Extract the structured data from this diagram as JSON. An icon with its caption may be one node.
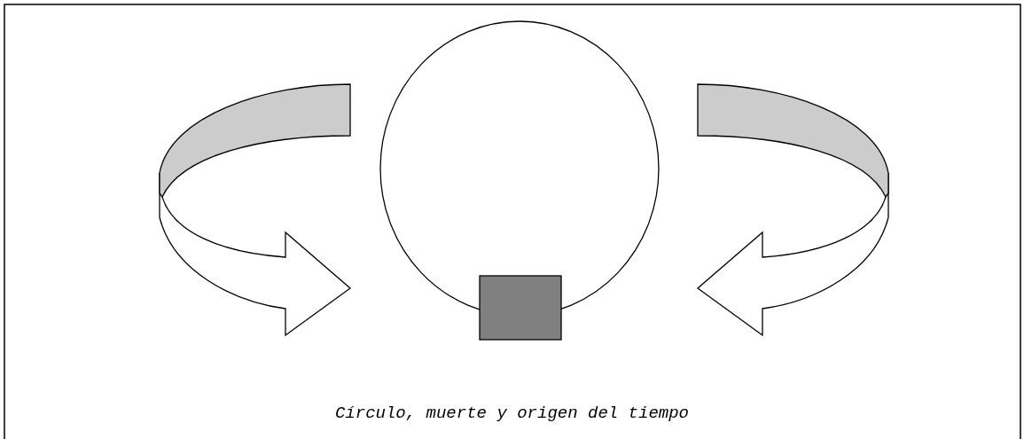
{
  "diagram": {
    "caption": "Círculo, muerte y origen del tiempo",
    "nodes": [
      {
        "text": [],
        "shape": "circle"
      },
      {
        "text": [],
        "shape": "box"
      }
    ]
  }
}
